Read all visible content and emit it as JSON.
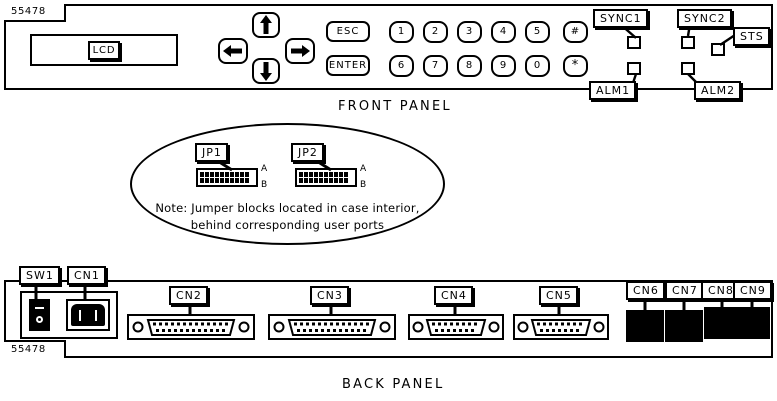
{
  "diagram": {
    "title_front": "FRONT PANEL",
    "title_back": "BACK PANEL",
    "model_id": "55478"
  },
  "front_panel": {
    "id_label": "55478",
    "display": {
      "label": "LCD"
    },
    "arrow_keys": [
      {
        "name": "left",
        "glyph": "←"
      },
      {
        "name": "up",
        "glyph": "↑"
      },
      {
        "name": "down",
        "glyph": "↓"
      },
      {
        "name": "right",
        "glyph": "→"
      }
    ],
    "function_keys": [
      {
        "label": "ESC"
      },
      {
        "label": "ENTER"
      }
    ],
    "keypad_row1": [
      "1",
      "2",
      "3",
      "4",
      "5",
      "#"
    ],
    "keypad_row2": [
      "6",
      "7",
      "8",
      "9",
      "0",
      "*"
    ],
    "indicators": [
      {
        "label": "SYNC1"
      },
      {
        "label": "SYNC2"
      },
      {
        "label": "STS"
      },
      {
        "label": "ALM1"
      },
      {
        "label": "ALM2"
      }
    ]
  },
  "jumper_detail": {
    "blocks": [
      {
        "label": "JP1",
        "row_a": "A",
        "row_b": "B",
        "pins": 10
      },
      {
        "label": "JP2",
        "row_a": "A",
        "row_b": "B",
        "pins": 10
      }
    ],
    "note_line1": "Note: Jumper blocks located in case interior,",
    "note_line2": "behind corresponding user ports"
  },
  "back_panel": {
    "id_label": "55478",
    "power_switch": {
      "label": "SW1",
      "on_mark": "—",
      "off_mark": "○"
    },
    "power_inlet": {
      "label": "CN1"
    },
    "connectors": [
      {
        "label": "CN2",
        "type": "dsub",
        "pins": 25
      },
      {
        "label": "CN3",
        "type": "dsub",
        "pins": 25
      },
      {
        "label": "CN4",
        "type": "dsub",
        "pins": 17
      },
      {
        "label": "CN5",
        "type": "dsub",
        "pins": 17
      },
      {
        "label": "CN6",
        "type": "block"
      },
      {
        "label": "CN7",
        "type": "block"
      },
      {
        "label": "CN8",
        "type": "block"
      },
      {
        "label": "CN9",
        "type": "block"
      }
    ]
  },
  "colors": {
    "line": "#000000",
    "background": "#ffffff"
  }
}
